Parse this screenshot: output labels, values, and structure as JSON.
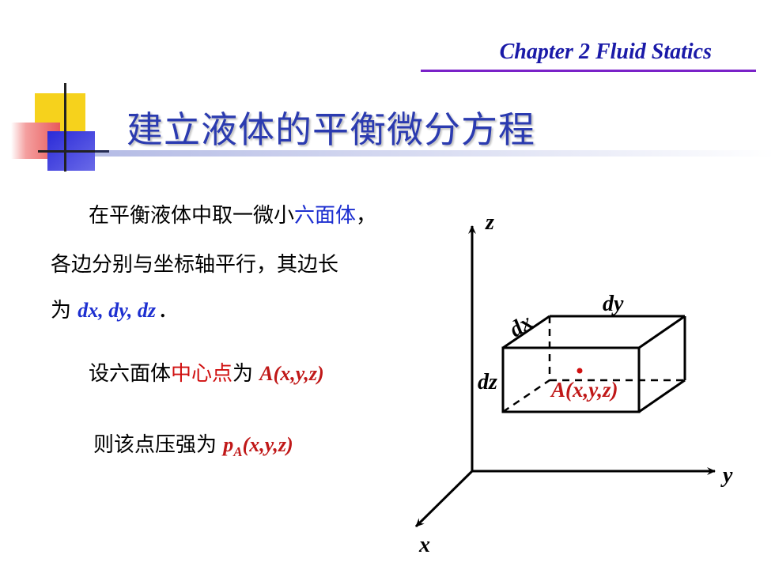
{
  "header": {
    "chapter": "Chapter 2  Fluid Statics"
  },
  "title": "建立液体的平衡微分方程",
  "body": {
    "line1_prefix": "在平衡液体中取一微小",
    "line1_highlight": "六面体",
    "line1_suffix": "，",
    "line2": "各边分别与坐标轴平行，其边长",
    "line3_prefix": "为 ",
    "line3_vars": "dx, dy, dz",
    "line3_suffix": " .",
    "line4_prefix": "设六面体",
    "line4_highlight": "中心点",
    "line4_mid": "为 ",
    "line4_point_name": "A",
    "line4_point_coords": "(x,y,z)",
    "line5_prefix": "则该点压强为 ",
    "line5_p": "p",
    "line5_sub": "A",
    "line5_coords": "(x,y,z)"
  },
  "diagram": {
    "axis_z": "z",
    "axis_y": "y",
    "axis_x": "x",
    "label_dx": "dx",
    "label_dy": "dy",
    "label_dz": "dz",
    "label_center": "A(x,y,z)",
    "colors": {
      "center_label": "#c01818",
      "center_dot": "#d01010",
      "lines": "#000000"
    }
  },
  "colors": {
    "header": "#1a1aa8",
    "title": "#2b3bb0",
    "highlight_blue": "#1d2fd0",
    "highlight_red": "#d01010"
  }
}
